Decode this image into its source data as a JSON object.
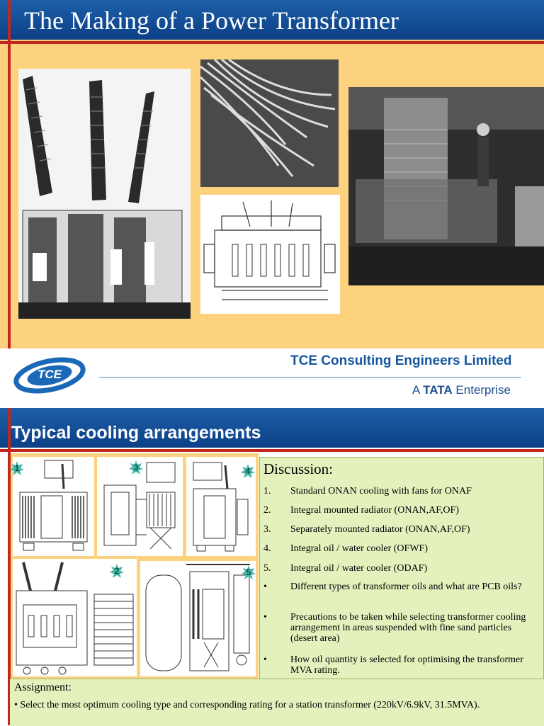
{
  "slide1": {
    "title": "The Making of a Power Transformer",
    "company": {
      "logo_text": "TCE",
      "name": "TCE Consulting Engineers Limited",
      "enterprise_prefix": "A",
      "enterprise_brand": "TATA",
      "enterprise_suffix": "Enterprise"
    },
    "colors": {
      "header": "#0b3f86",
      "background": "#fdd27f",
      "accent": "#c0281c"
    }
  },
  "slide2": {
    "title": "Typical cooling arrangements",
    "badges": [
      "1",
      "3",
      "4",
      "2",
      "5"
    ],
    "discussion_title": "Discussion:",
    "items": [
      {
        "num": "1.",
        "text": "Standard ONAN cooling with fans for ONAF"
      },
      {
        "num": "2.",
        "text": "Integral mounted radiator (ONAN,AF,OF)"
      },
      {
        "num": "3.",
        "text": "Separately mounted radiator (ONAN,AF,OF)"
      },
      {
        "num": "4.",
        "text": "Integral oil / water cooler (OFWF)"
      },
      {
        "num": "5.",
        "text": "Integral oil / water cooler (ODAF)"
      },
      {
        "num": "•",
        "text": "Different types of transformer oils and what are PCB oils?"
      },
      {
        "num": "•",
        "text": "Precautions to be taken while selecting transformer cooling arrangement in areas suspended with fine sand particles (desert area)"
      },
      {
        "num": "•",
        "text": "How oil quantity is selected for optimising the transformer MVA rating."
      }
    ],
    "assignment_title": "Assignment:",
    "assignment_text": "• Select the most optimum cooling type and corresponding rating for a station transformer (220kV/6.9kV, 31.5MVA).",
    "colors": {
      "panel": "#e3f1bd",
      "badge": "#3fb8a8"
    }
  }
}
